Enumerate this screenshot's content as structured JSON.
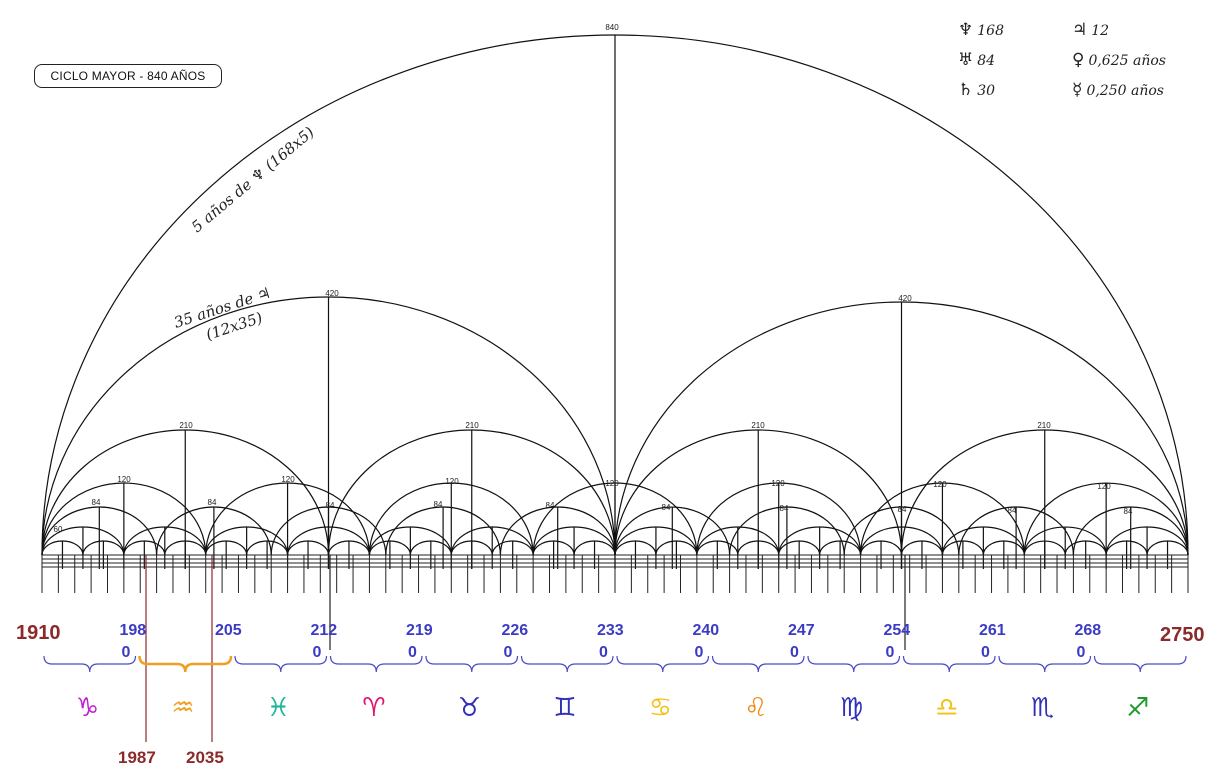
{
  "title": "CICLO MAYOR - 840 AÑOS",
  "legend": [
    {
      "symbol": "♆",
      "value": "168"
    },
    {
      "symbol": "♃",
      "value": "12"
    },
    {
      "symbol": "♅",
      "value": "84"
    },
    {
      "symbol": "♀",
      "value": "0,625 años"
    },
    {
      "symbol": "♄",
      "value": "30"
    },
    {
      "symbol": "☿",
      "value": "0,250 años"
    }
  ],
  "arc_labels": {
    "outer_line1": "5 años de ♆ (168x5)",
    "inner_line1": "35 años de ♃",
    "inner_line2": "(12x35)"
  },
  "arc_numbers": {
    "top": "840",
    "half": "420",
    "quarter": "210",
    "n120": "120",
    "n84": "84",
    "n60": "60"
  },
  "year_start": "1910",
  "year_end": "2750",
  "year_ticks": [
    {
      "top": "198",
      "bottom": "0"
    },
    {
      "top": "205",
      "bottom": ""
    },
    {
      "top": "212",
      "bottom": "0"
    },
    {
      "top": "219",
      "bottom": "0"
    },
    {
      "top": "226",
      "bottom": "0"
    },
    {
      "top": "233",
      "bottom": "0"
    },
    {
      "top": "240",
      "bottom": "0"
    },
    {
      "top": "247",
      "bottom": "0"
    },
    {
      "top": "254",
      "bottom": "0"
    },
    {
      "top": "261",
      "bottom": "0"
    },
    {
      "top": "268",
      "bottom": "0"
    }
  ],
  "highlight_years": [
    "1987",
    "2035"
  ],
  "signs": [
    {
      "glyph": "♑",
      "color": "#c21fd0"
    },
    {
      "glyph": "♒",
      "color": "#f0a020"
    },
    {
      "glyph": "♓",
      "color": "#1fb89a"
    },
    {
      "glyph": "♈",
      "color": "#e0166e"
    },
    {
      "glyph": "♉",
      "color": "#3030b8"
    },
    {
      "glyph": "♊",
      "color": "#3030b8"
    },
    {
      "glyph": "♋",
      "color": "#f2c21a"
    },
    {
      "glyph": "♌",
      "color": "#f08a18"
    },
    {
      "glyph": "♍",
      "color": "#3030b8"
    },
    {
      "glyph": "♎",
      "color": "#f2c21a"
    },
    {
      "glyph": "♏",
      "color": "#3030b8"
    },
    {
      "glyph": "♐",
      "color": "#1f9a2a"
    }
  ],
  "colors": {
    "brace": "#4a4ac8",
    "brace_highlight": "#f0a020",
    "year_red": "#8b2a2a",
    "year_blue": "#3b3bc4"
  }
}
